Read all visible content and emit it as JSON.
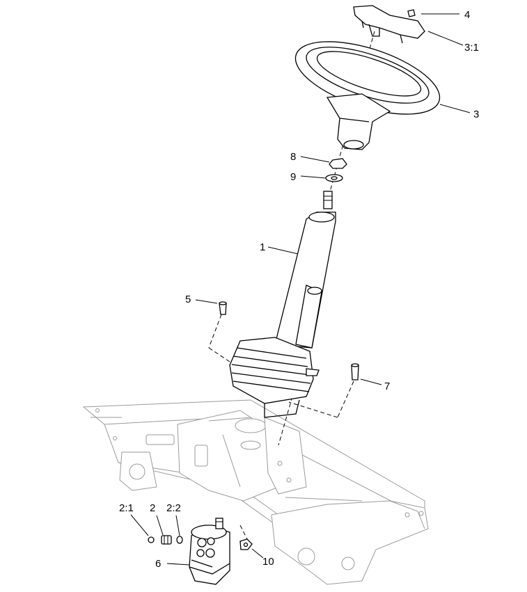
{
  "diagram": {
    "callouts": [
      {
        "id": "c1",
        "text": "1"
      },
      {
        "id": "c2",
        "text": "2"
      },
      {
        "id": "c2_1",
        "text": "2:1"
      },
      {
        "id": "c2_2",
        "text": "2:2"
      },
      {
        "id": "c3",
        "text": "3"
      },
      {
        "id": "c3_1",
        "text": "3:1"
      },
      {
        "id": "c4",
        "text": "4"
      },
      {
        "id": "c5",
        "text": "5"
      },
      {
        "id": "c6",
        "text": "6"
      },
      {
        "id": "c7",
        "text": "7"
      },
      {
        "id": "c8",
        "text": "8"
      },
      {
        "id": "c9",
        "text": "9"
      },
      {
        "id": "c10",
        "text": "10"
      }
    ]
  }
}
